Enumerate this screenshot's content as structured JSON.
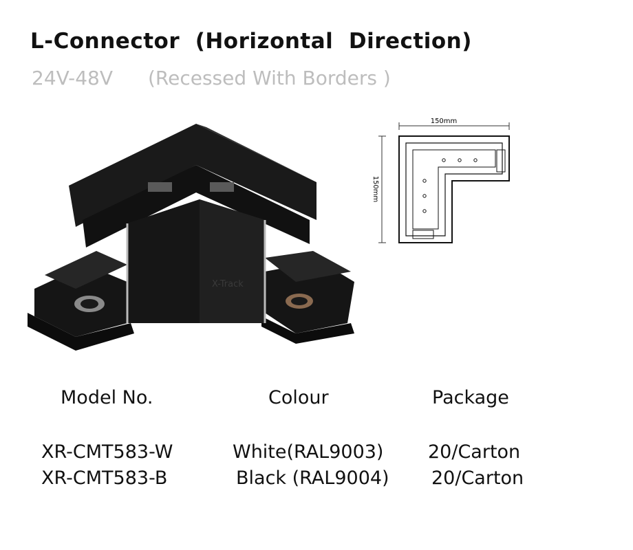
{
  "header": {
    "title": "L-Connector  (Horizontal  Direction)",
    "voltage": "24V-48V",
    "note": "(Recessed With Borders )"
  },
  "product_image": {
    "watermark": "X-Track"
  },
  "drawing": {
    "width_label": "150mm",
    "height_label": "150mm"
  },
  "table": {
    "headers": [
      "Model No.",
      "Colour",
      "Package"
    ],
    "rows": [
      {
        "model": "XR-CMT583-W",
        "colour": "White(RAL9003)",
        "package": "20/Carton"
      },
      {
        "model": "XR-CMT583-B",
        "colour": "Black (RAL9004)",
        "package": "20/Carton"
      }
    ]
  }
}
